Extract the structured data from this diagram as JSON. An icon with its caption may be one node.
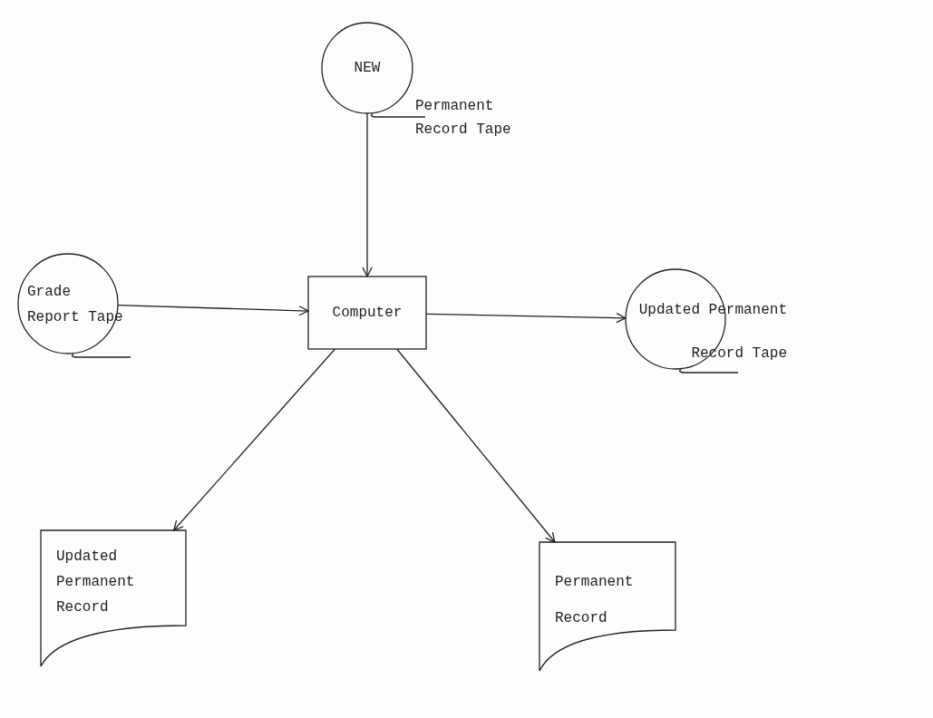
{
  "diagram": {
    "nodes": [
      {
        "text": [
          "NEW"
        ],
        "beside": [
          "Permanent Record Tape"
        ]
      },
      {
        "text": [
          "Grade Report Tape"
        ]
      },
      {
        "text": [
          "Computer"
        ]
      },
      {
        "text": [
          "Updated Permanent Record Tape"
        ]
      },
      {
        "text": [
          "Updated Permanent Record"
        ]
      },
      {
        "text": [
          "Permanent Record"
        ]
      }
    ],
    "edges": [
      {
        "from": 0,
        "to": 2,
        "arrow": "to"
      },
      {
        "from": 1,
        "to": 2,
        "arrow": "to"
      },
      {
        "from": 2,
        "to": 3,
        "arrow": "to"
      },
      {
        "from": 2,
        "to": 4,
        "arrow": "to"
      },
      {
        "from": 2,
        "to": 5,
        "arrow": "to"
      }
    ]
  }
}
